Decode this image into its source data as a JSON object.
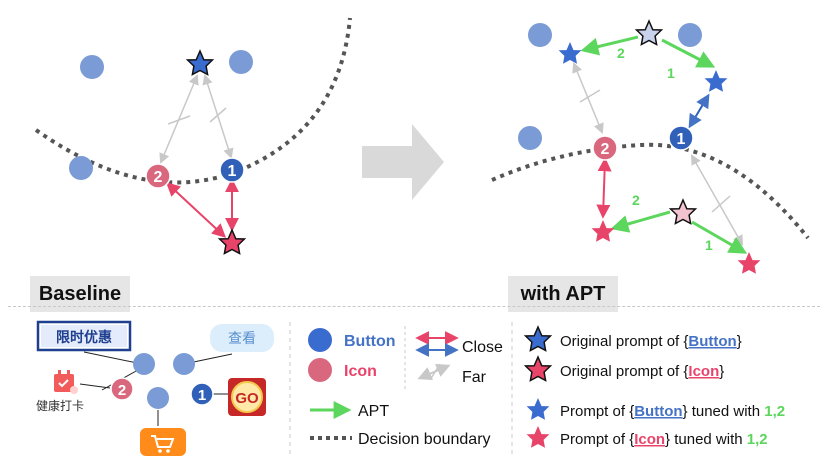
{
  "panels": {
    "baseline_label": "Baseline",
    "apt_label": "with APT"
  },
  "nodes": {
    "button_num": "1",
    "icon_num": "2"
  },
  "arrow_labels": {
    "one": "1",
    "two": "2"
  },
  "example": {
    "banner_text": "限时优惠",
    "view_button": "查看",
    "health_text": "健康打卡",
    "go_text": "GO",
    "num_icon": "2",
    "num_button": "1"
  },
  "legend": {
    "button": "Button",
    "icon": "Icon",
    "close": "Close",
    "far": "Far",
    "apt": "APT",
    "boundary": "Decision boundary",
    "orig_prefix": "Original prompt of {",
    "orig_suffix": "}",
    "tuned_prefix": "Prompt of {",
    "tuned_suffix": "} tuned with ",
    "tuned_nums": "1,2"
  },
  "colors": {
    "button_blue": "#4472c4",
    "button_fill": "#7a9bd6",
    "icon_red": "#e8446a",
    "icon_fill": "#d9687f",
    "apt_green": "#5cd65c",
    "far_gray": "#c8c8c8",
    "boundary_gray": "#555555",
    "accent_orange": "#ff8c1a"
  }
}
